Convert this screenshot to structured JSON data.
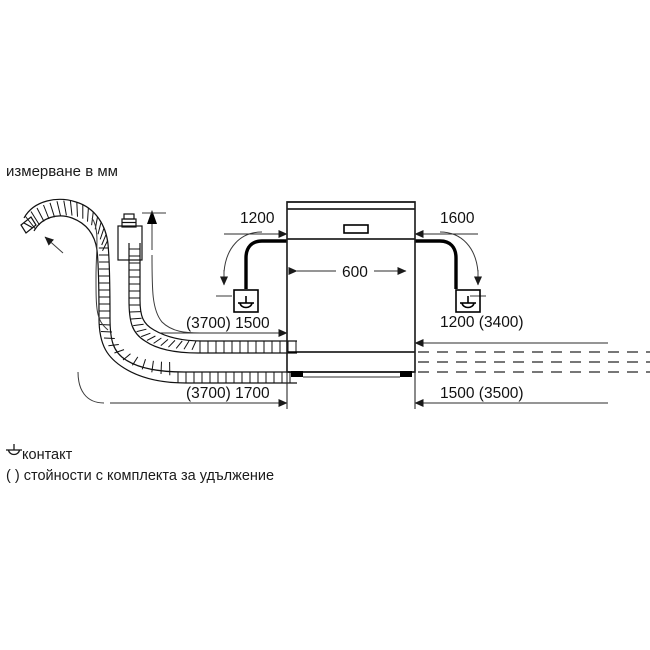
{
  "document": {
    "type": "installation-dimension-diagram",
    "language": "bg",
    "unit_note": "измерване в мм"
  },
  "legend": {
    "socket_symbol_name": "socket-icon",
    "socket_label": "контакт",
    "bracket_note": "( ) стойности с комплекта за удължение"
  },
  "appliance": {
    "name": "dishwasher",
    "width_label": "600"
  },
  "dimensions": {
    "top_left": "1200",
    "top_right": "1600",
    "width": "600",
    "mid_left": "(3700) 1500",
    "mid_right": "1200 (3400)",
    "bottom_left": "(3700) 1700",
    "bottom_right": "1500 (3500)"
  },
  "colors": {
    "ink": "#1a1a1a",
    "line": "#000000",
    "dashed": "#4a4a4a",
    "background": "#ffffff"
  },
  "chart_data": {
    "type": "table",
    "title": "измерване в мм",
    "categories": [
      "1200",
      "1600",
      "600",
      "(3700) 1500",
      "1200 (3400)",
      "(3700) 1700",
      "1500 (3500)"
    ],
    "values": [
      1200,
      1600,
      600,
      1500,
      1200,
      1700,
      1500
    ],
    "annotations": [
      "контакт",
      "( ) стойности с комплекта за удължение"
    ],
    "xlabel": "",
    "ylabel": "mm"
  }
}
